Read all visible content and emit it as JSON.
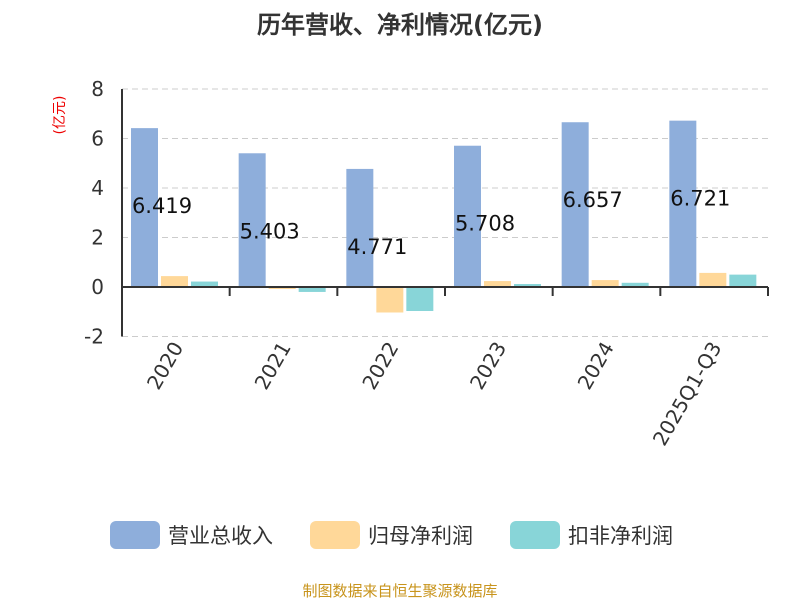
{
  "chart_data": {
    "type": "bar",
    "title": "历年营收、净利情况(亿元)",
    "ylabel": "(亿元)",
    "xlabel": "",
    "ylim": [
      -2,
      8
    ],
    "yticks": [
      -2,
      0,
      2,
      4,
      6,
      8
    ],
    "grid": true,
    "categories": [
      "2020",
      "2021",
      "2022",
      "2023",
      "2024",
      "2025Q1-Q3"
    ],
    "series": [
      {
        "name": "营业总收入",
        "color": "#8eaedb",
        "values": [
          6.419,
          5.403,
          4.771,
          5.708,
          6.657,
          6.721
        ],
        "labels": [
          "6.419",
          "5.403",
          "4.771",
          "5.708",
          "6.657",
          "6.721"
        ]
      },
      {
        "name": "归母净利润",
        "color": "#ffd899",
        "values": [
          0.44,
          -0.08,
          -1.03,
          0.24,
          0.28,
          0.57
        ]
      },
      {
        "name": "扣非净利润",
        "color": "#88d5d8",
        "values": [
          0.22,
          -0.2,
          -0.97,
          0.12,
          0.17,
          0.5
        ]
      }
    ],
    "legend_position": "bottom"
  },
  "footer": "制图数据来自恒生聚源数据库"
}
